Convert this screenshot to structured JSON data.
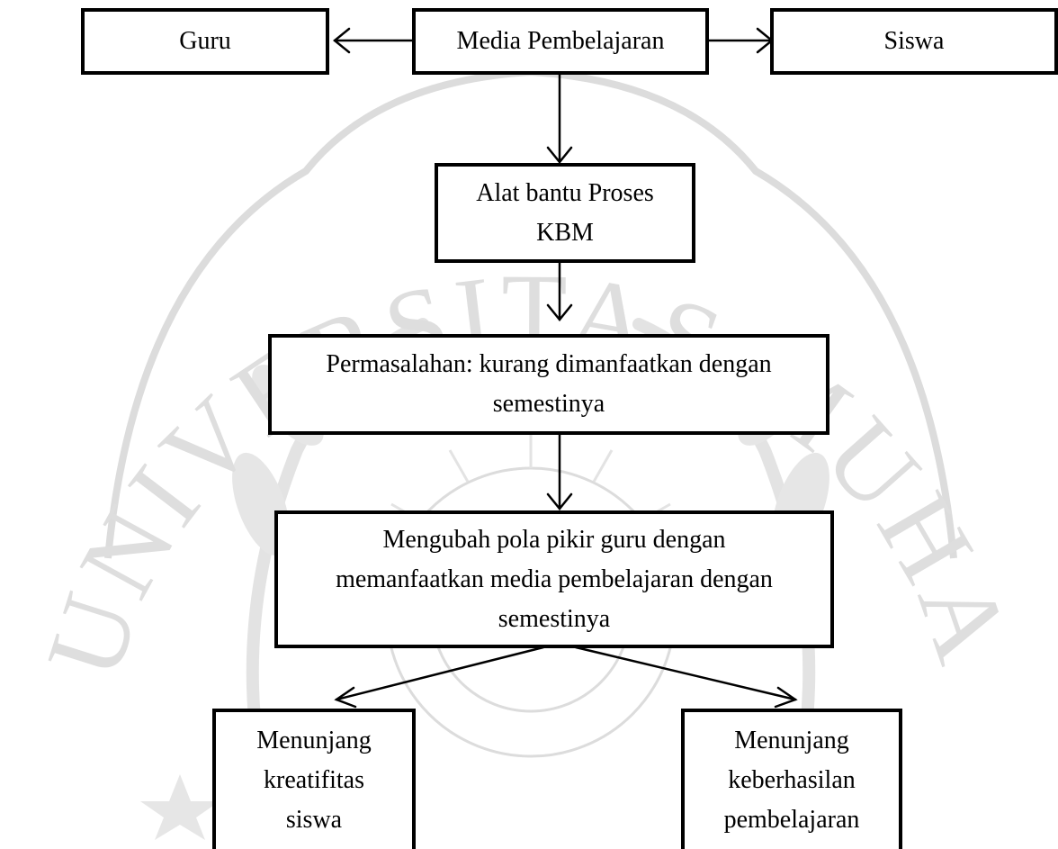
{
  "watermark": {
    "arc_text": "UNIVERSITAS MUHAMMADIYAH"
  },
  "nodes": {
    "guru": "Guru",
    "media": "Media Pembelajaran",
    "siswa": "Siswa",
    "alat": "Alat bantu Proses\nKBM",
    "permasalahan": "Permasalahan: kurang dimanfaatkan dengan\nsemestinya",
    "mengubah": "Mengubah pola pikir guru dengan\nmemanfaatkan media pembelajaran dengan\nsemestinya",
    "kreatifitas": "Menunjang\nkreatifitas\nsiswa",
    "keberhasilan": "Menunjang\nkeberhasilan\npembelajaran"
  },
  "colors": {
    "stroke": "#000000",
    "watermark": "#d9d9d9"
  }
}
